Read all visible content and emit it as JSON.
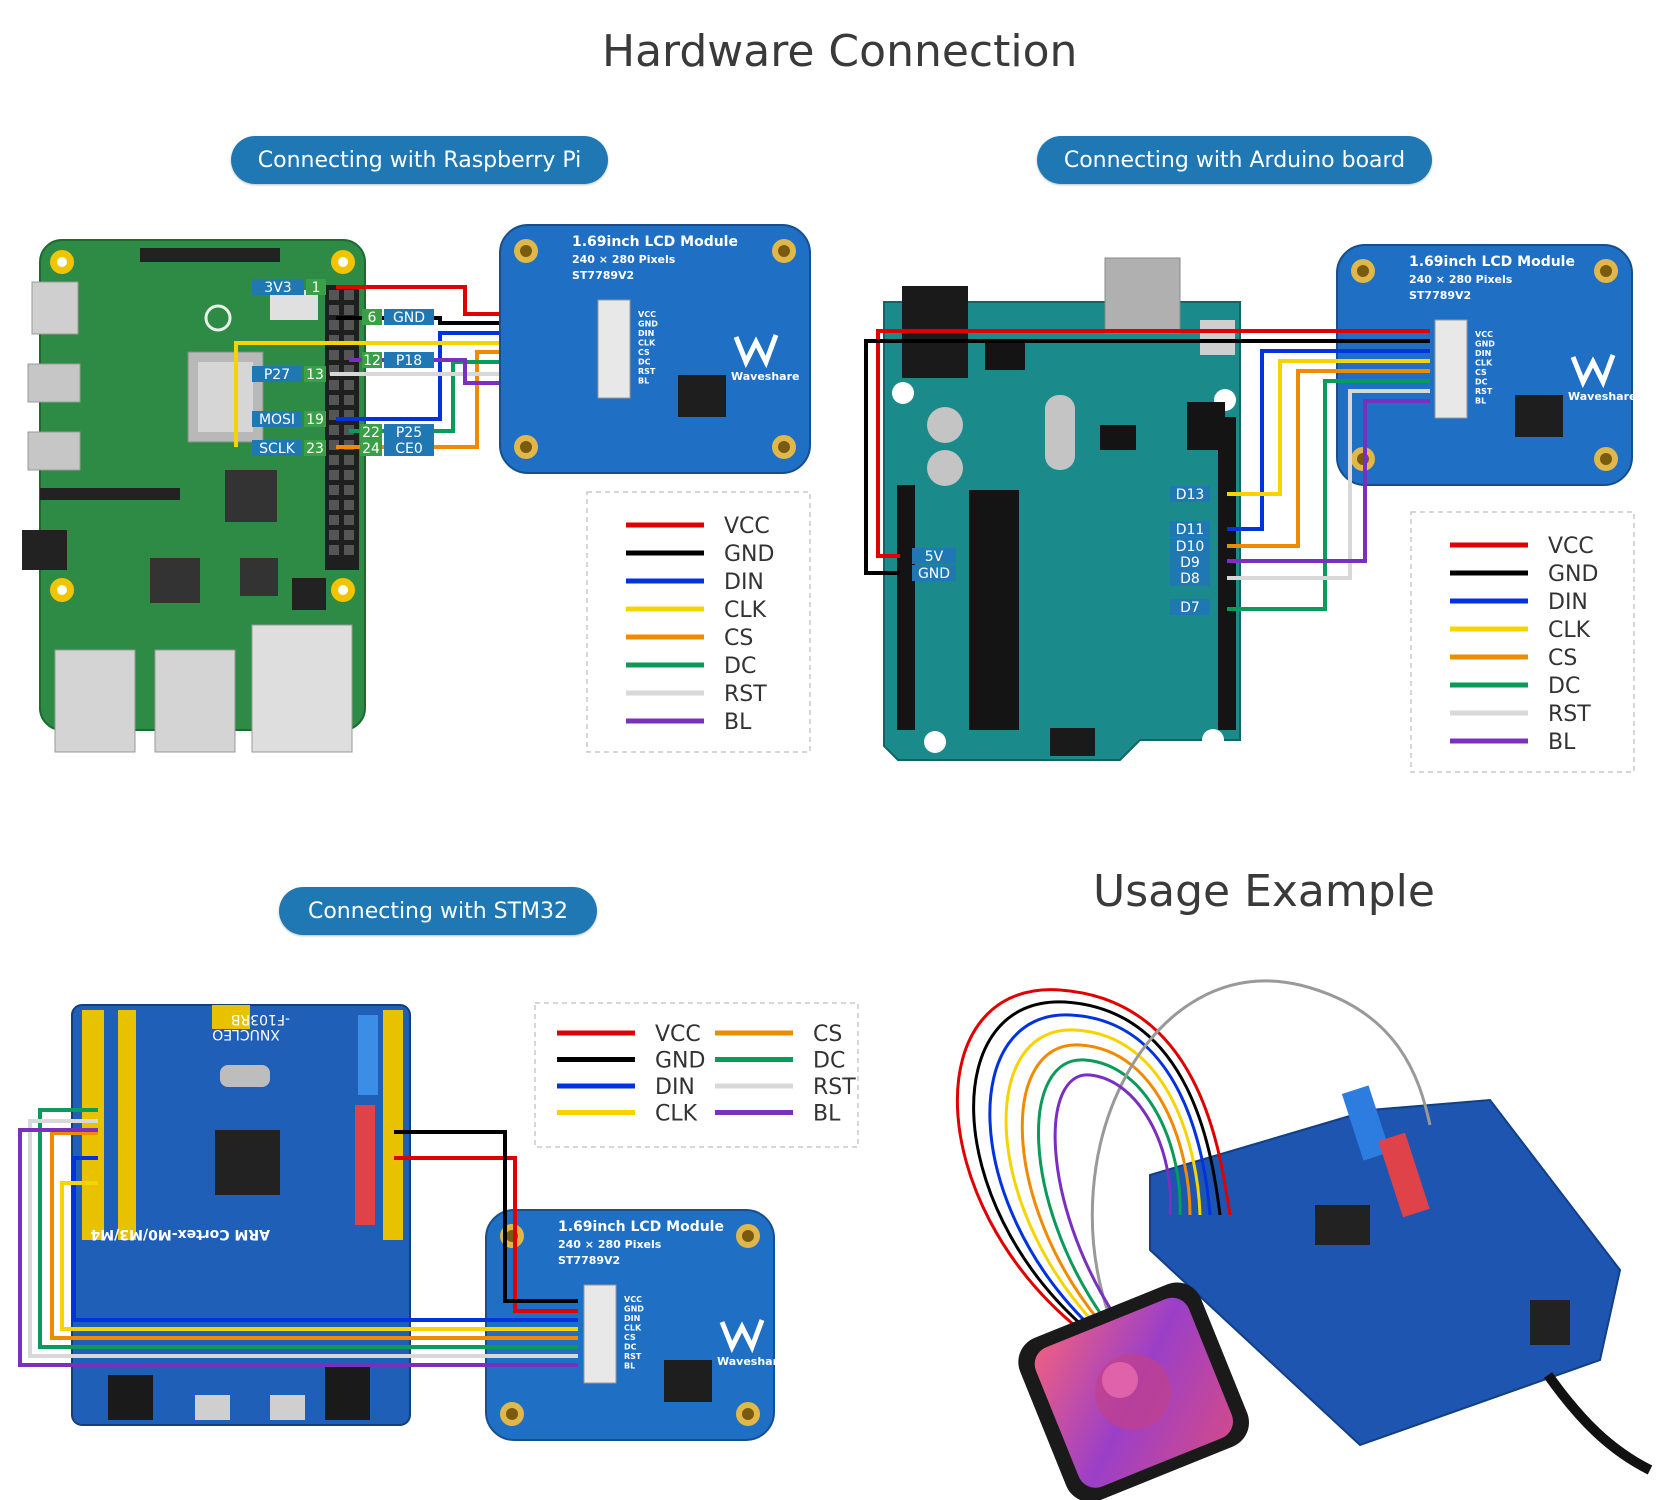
{
  "title": "Hardware Connection",
  "usage_title": "Usage Example",
  "sections": {
    "rpi": "Connecting with Raspberry Pi",
    "arduino": "Connecting with Arduino board",
    "stm32": "Connecting with STM32"
  },
  "lcd": {
    "title": "1.69inch LCD Module",
    "pixels": "240 × 280 Pixels",
    "driver": "ST7789V2",
    "brand": "Waveshare",
    "pins": [
      "VCC",
      "GND",
      "DIN",
      "CLK",
      "CS",
      "DC",
      "RST",
      "BL"
    ]
  },
  "legend": [
    {
      "name": "VCC",
      "color": "#e00000"
    },
    {
      "name": "GND",
      "color": "#000000"
    },
    {
      "name": "DIN",
      "color": "#0033dd"
    },
    {
      "name": "CLK",
      "color": "#f5d400"
    },
    {
      "name": "CS",
      "color": "#f08a00"
    },
    {
      "name": "DC",
      "color": "#0a9a5a"
    },
    {
      "name": "RST",
      "color": "#d8d8d8"
    },
    {
      "name": "BL",
      "color": "#7b2fbf"
    }
  ],
  "rpi_labels": {
    "vcc_name": "3V3",
    "vcc_pin": "1",
    "gnd_pin": "6",
    "gnd_name": "GND",
    "bl_pin": "12",
    "bl_name": "P18",
    "rst_name": "P27",
    "rst_pin": "13",
    "din_name": "MOSI",
    "din_pin": "19",
    "dc_pin": "22",
    "dc_name": "P25",
    "clk_name": "SCLK",
    "clk_pin": "23",
    "cs_pin": "24",
    "cs_name": "CE0"
  },
  "arduino_labels": {
    "d13": "D13",
    "d11": "D11",
    "d10": "D10",
    "d9": "D9",
    "d8": "D8",
    "d7": "D7",
    "v5": "5V",
    "gnd": "GND"
  },
  "stm32_labels": {
    "board": "ARM Cortex-M0/M3/M4",
    "nucleo": "XNUCLEO",
    "variant": "-F103RB"
  }
}
